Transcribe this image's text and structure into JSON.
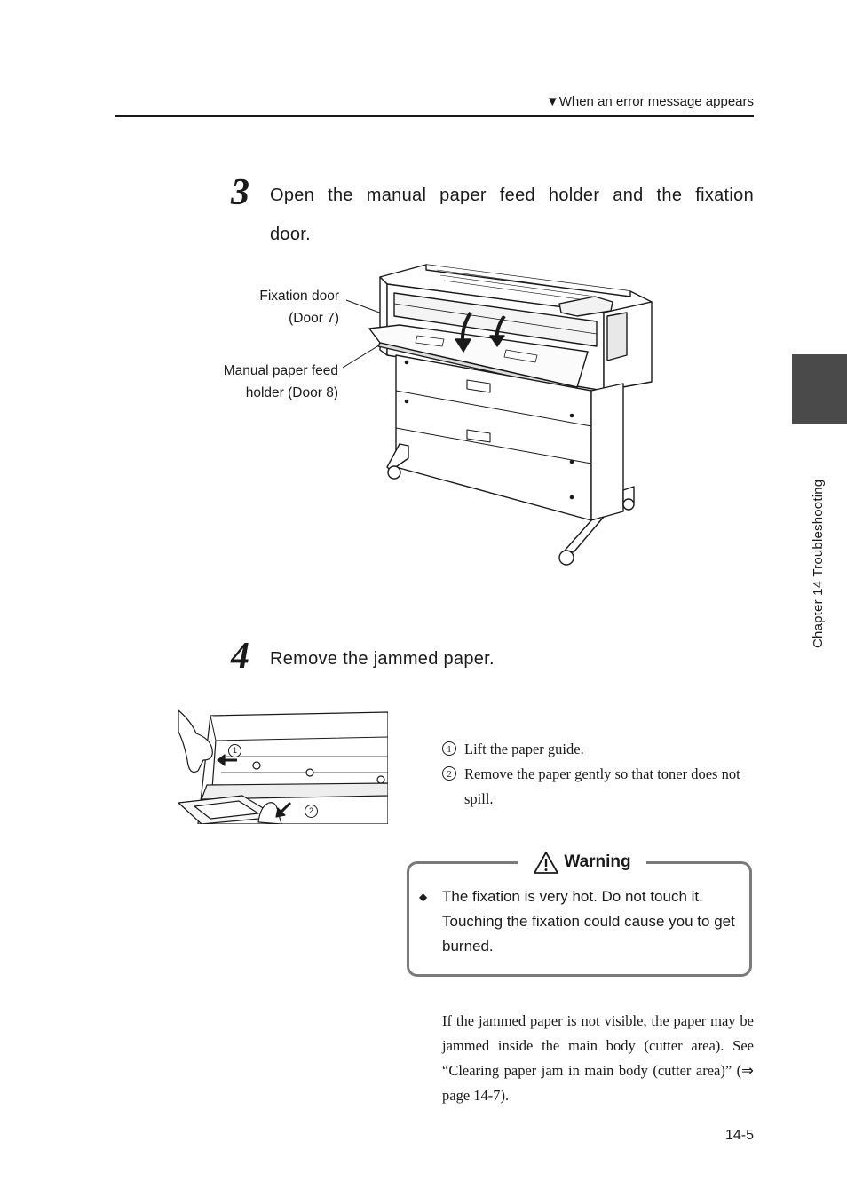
{
  "header": {
    "arrow": "▼",
    "title": "When an error message appears"
  },
  "side_tab": {
    "label": "Chapter 14  Troubleshooting",
    "color": "#4a4a4a"
  },
  "step3": {
    "number": "3",
    "text_line1": "Open the manual paper feed holder and the fixation",
    "text_line2": "door.",
    "callouts": {
      "fixation_line1": "Fixation door",
      "fixation_line2": "(Door 7)",
      "manual_line1": "Manual paper feed",
      "manual_line2": "holder (Door 8)"
    }
  },
  "step4": {
    "number": "4",
    "text": "Remove the jammed paper.",
    "figure_markers": [
      "1",
      "2"
    ],
    "list": [
      {
        "marker": "1",
        "text": "Lift the paper guide."
      },
      {
        "marker": "2",
        "text": "Remove the paper gently so that toner does not spill."
      }
    ]
  },
  "warning": {
    "title": "Warning",
    "icon": "warning-triangle-icon",
    "bullet": "◆",
    "text": "The fixation is very hot. Do not touch it. Touching the fixation could cause you to get burned."
  },
  "note": "If the jammed paper is not visible, the paper may be jammed inside the main body (cutter area). See “Clearing paper jam in main body (cutter area)” (⇒ page 14-7).",
  "page_number": "14-5"
}
